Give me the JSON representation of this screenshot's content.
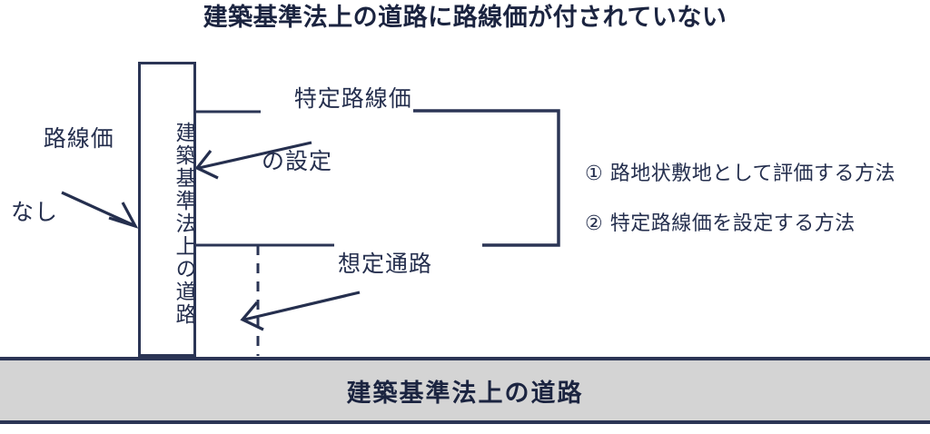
{
  "title": "建築基準法上の道路に路線価が付されていない",
  "diagram": {
    "road_box": {
      "label": "建築基準法上の道路"
    },
    "left_note": {
      "line1": "路線価",
      "line2": "なし"
    },
    "tokutei_note": {
      "line1": "特定路線価",
      "line2": "の設定"
    },
    "soutei_note": {
      "label": "想定通路"
    },
    "bottom_band": {
      "label": "建築基準法上の道路"
    },
    "methods": [
      {
        "marker": "①",
        "label": "① 路地状敷地として評価する方法"
      },
      {
        "marker": "②",
        "label": "② 特定路線価を設定する方法"
      }
    ]
  },
  "colors": {
    "ink": "#252f4e",
    "line": "#2b3555",
    "band_fill": "#d4d4d4",
    "background": "#ffffff"
  }
}
